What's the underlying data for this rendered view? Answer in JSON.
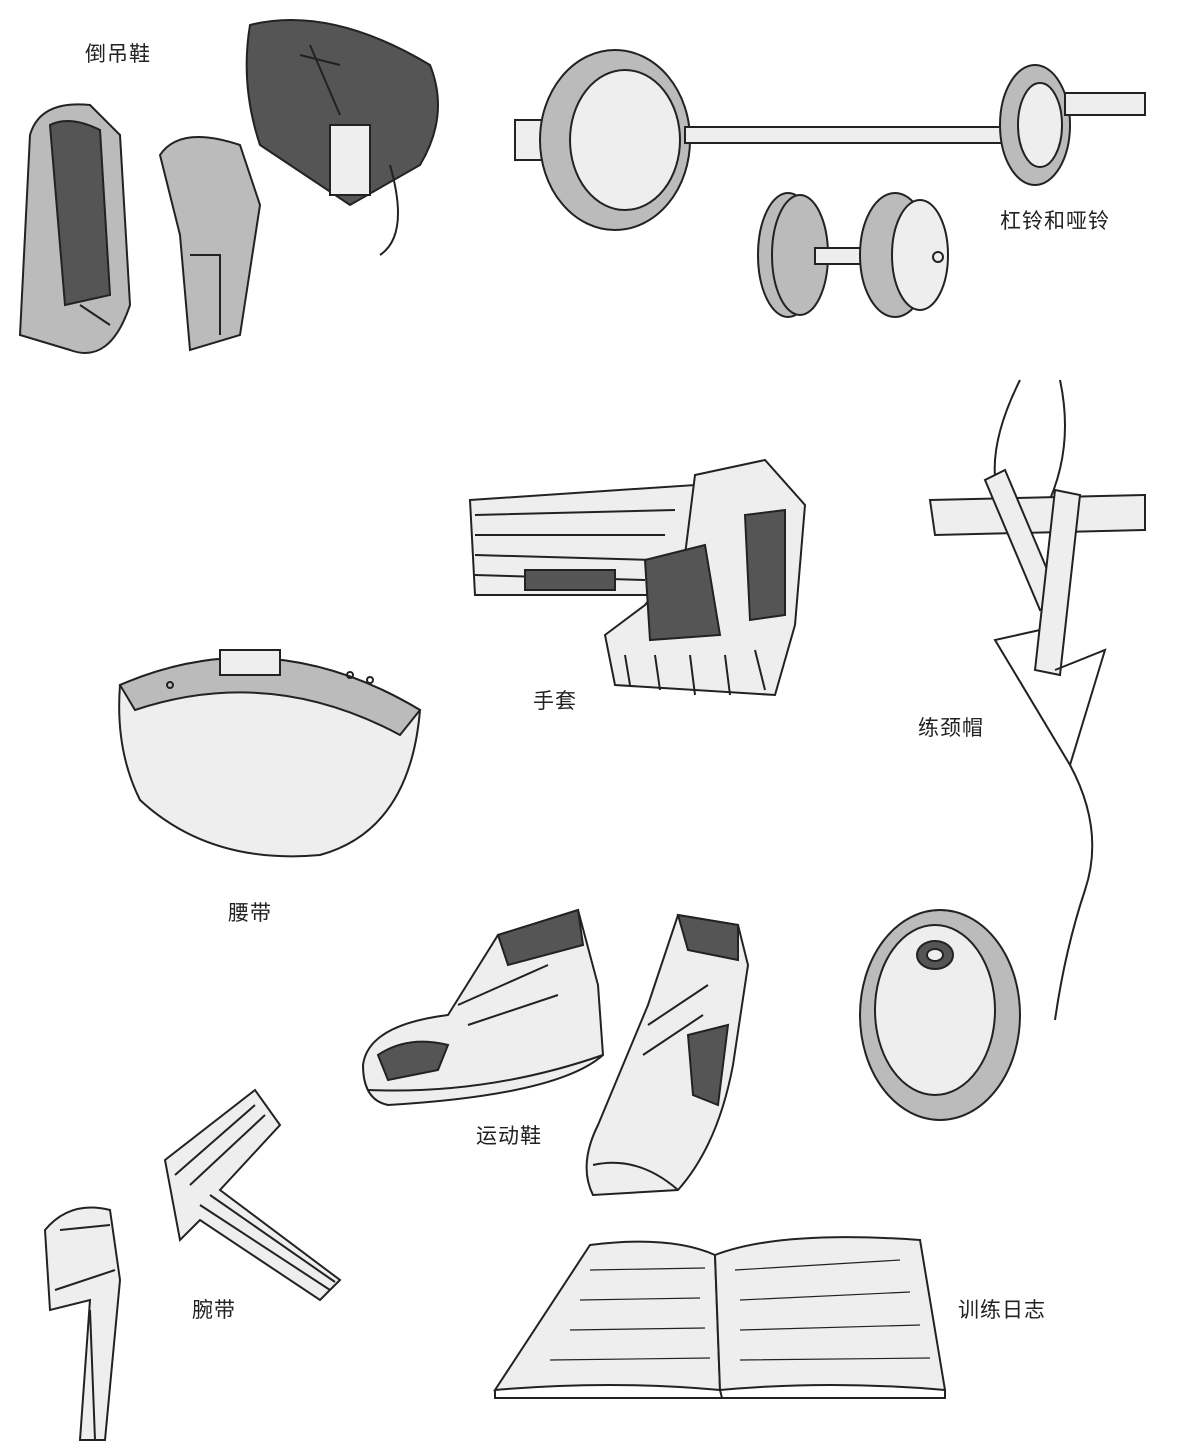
{
  "items": {
    "inversion_boots": {
      "label": "倒吊鞋",
      "icon": "inversion-boots"
    },
    "barbell_dumbbell": {
      "label": "杠铃和哑铃",
      "icon": "barbell-dumbbell"
    },
    "gloves": {
      "label": "手套",
      "icon": "gloves"
    },
    "neck_harness": {
      "label": "练颈帽",
      "icon": "neck-harness"
    },
    "belt": {
      "label": "腰带",
      "icon": "lifting-belt"
    },
    "sneakers": {
      "label": "运动鞋",
      "icon": "sneakers"
    },
    "wrist_straps": {
      "label": "腕带",
      "icon": "wrist-straps"
    },
    "training_log": {
      "label": "训练日志",
      "icon": "training-log"
    }
  }
}
